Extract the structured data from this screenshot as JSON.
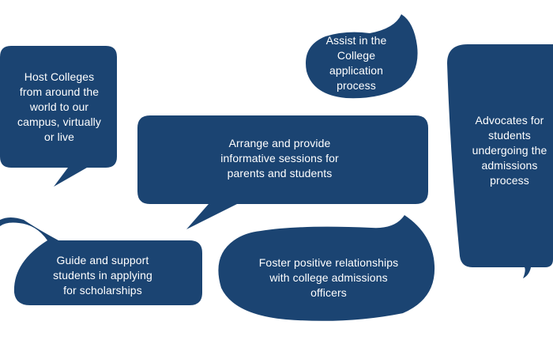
{
  "bubbles": {
    "host": {
      "text": "Host Colleges\nfrom around the\nworld to our\ncampus, virtually\nor live"
    },
    "assist": {
      "text": "Assist in the\nCollege\napplication\nprocess"
    },
    "advocates": {
      "text": "Advocates for\nstudents\nundergoing the\nadmissions\nprocess"
    },
    "arrange": {
      "text": "Arrange and provide\ninformative sessions for\nparents and students"
    },
    "guide": {
      "text": "Guide and support\nstudents in applying\nfor scholarships"
    },
    "foster": {
      "text": "Foster positive relationships\nwith college admissions\nofficers"
    }
  },
  "colors": {
    "bubble": "#1b4472",
    "text": "#ffffff",
    "background": "#ffffff"
  }
}
